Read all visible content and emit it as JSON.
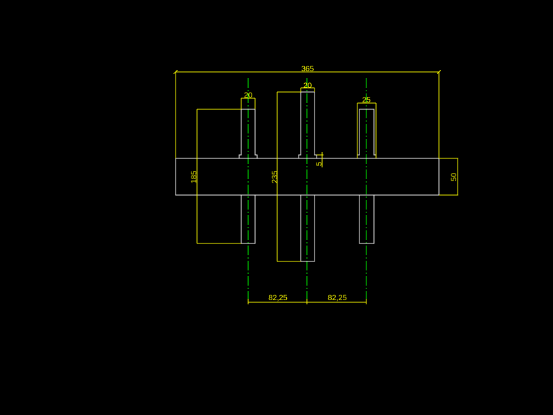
{
  "colors": {
    "background": "#000000",
    "geometry": "#ffffff",
    "dimension": "#ffff00",
    "centerline": "#00ff00"
  },
  "dimensions": {
    "overall_width": "365",
    "shaft1_width": "20",
    "shaft2_width": "20",
    "shaft3_width": "25",
    "shaft1_length": "185",
    "shaft2_length": "235",
    "shoulder": "5",
    "hub_height": "50",
    "spacing_left": "82,25",
    "spacing_right": "82,25"
  }
}
